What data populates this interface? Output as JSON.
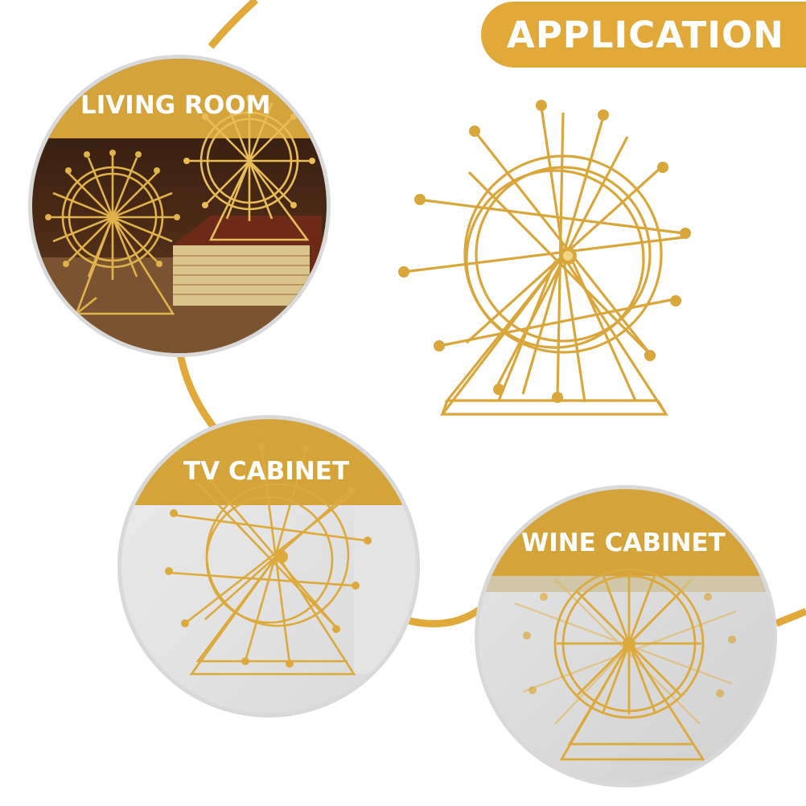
{
  "banner": {
    "title": "APPLICATION"
  },
  "scenes": [
    {
      "label": "LIVING ROOM"
    },
    {
      "label": "TV CABINET"
    },
    {
      "label": "WINE CABINET"
    }
  ],
  "colors": {
    "accent": "#e0a93a",
    "gold_wire": "#d9a63c",
    "circle_border": "#d4d4d4"
  }
}
